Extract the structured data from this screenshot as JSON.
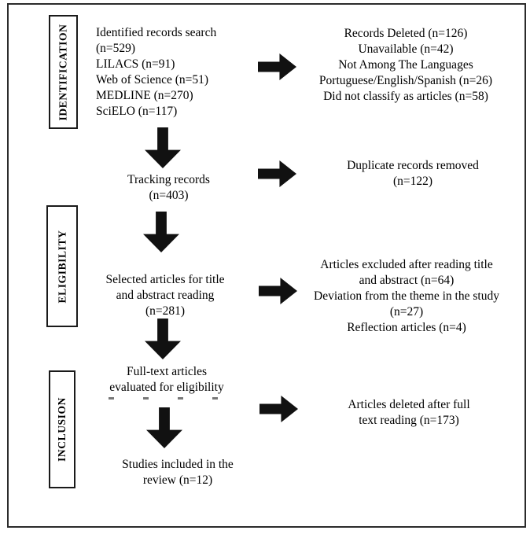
{
  "colors": {
    "ink": "#000000",
    "arrow": "#111111",
    "frame_border": "#2b2b2b",
    "background": "#ffffff"
  },
  "stages": {
    "identification": {
      "label": "IDENTIFICATION"
    },
    "eligibility": {
      "label": "ELIGIBILITY"
    },
    "inclusion": {
      "label": "INCLUSION"
    }
  },
  "flow": {
    "identified": {
      "lines": [
        "Identified records search",
        "(n=529)",
        "LILACS (n=91)",
        "Web of Science (n=51)",
        "MEDLINE (n=270)",
        "SciELO (n=117)"
      ]
    },
    "tracking": {
      "lines": [
        "Tracking records",
        "(n=403)"
      ]
    },
    "selected": {
      "lines": [
        "Selected articles for title",
        "and abstract reading",
        "(n=281)"
      ]
    },
    "fulltext": {
      "lines": [
        "Full-text articles",
        "evaluated for eligibility"
      ]
    },
    "included": {
      "lines": [
        "Studies included in the",
        "review (n=12)"
      ]
    }
  },
  "exclusions": {
    "records_deleted": {
      "lines": [
        "Records Deleted (n=126)",
        "Unavailable (n=42)",
        "Not Among The Languages",
        "Portuguese/English/Spanish (n=26)",
        "Did not classify as articles (n=58)"
      ]
    },
    "duplicates_removed": {
      "lines": [
        "Duplicate records removed",
        "(n=122)"
      ]
    },
    "title_abstract_excluded": {
      "lines": [
        "Articles excluded after reading title",
        "and abstract (n=64)",
        "Deviation from the theme in the study",
        "(n=27)",
        "Reflection articles (n=4)"
      ]
    },
    "fulltext_deleted": {
      "lines": [
        "Articles deleted after full",
        "text reading (n=173)"
      ]
    }
  },
  "icons": {
    "right_arrow": "thick-right-arrow",
    "down_arrow": "thick-down-arrow"
  }
}
